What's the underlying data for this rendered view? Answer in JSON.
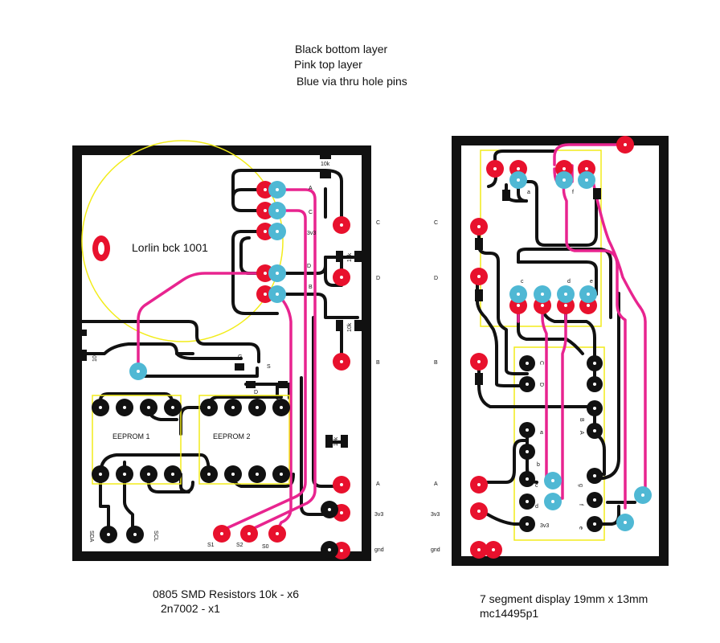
{
  "legend": {
    "line1": "Black bottom layer",
    "line2": "Pink top layer",
    "line3": "Blue via thru hole pins"
  },
  "colors": {
    "bottom_layer": "#111111",
    "top_layer": "#e8248f",
    "pad_red": "#e8112d",
    "via_blue": "#4fb8d4",
    "silkscreen_yellow": "#f2ec1a"
  },
  "left_board": {
    "pot_label": "Lorlin bck 1001",
    "resistor_label": "10k",
    "eeprom1_label": "EEPROM 1",
    "eeprom2_label": "EEPROM 2",
    "net_labels": {
      "a": "A",
      "c": "C",
      "v33": "3v3",
      "d": "D",
      "b": "B",
      "g": "G",
      "s": "S"
    },
    "bottom_labels": {
      "sda": "SDA",
      "scl": "SCL",
      "s1": "S1",
      "s2": "S2",
      "s0": "S0"
    },
    "caption_line1": "0805 SMD Resistors 10k - x6",
    "caption_line2": "2n7002 - x1"
  },
  "middle_labels": [
    "C",
    "D",
    "B",
    "A",
    "3v3",
    "gnd"
  ],
  "right_board": {
    "outer_labels": [
      "C",
      "D",
      "B",
      "A",
      "3v3",
      "gnd"
    ],
    "segment_labels": {
      "b": "b",
      "a": "a",
      "f": "f",
      "g": "g",
      "c": "c",
      "d": "d",
      "e": "e"
    },
    "chip_pin_labels": {
      "c": "C",
      "d": "D",
      "b": "B",
      "a": "A",
      "seg_a": "a",
      "seg_b": "b",
      "seg_c": "c",
      "seg_d": "d",
      "seg_g": "g",
      "seg_f": "f",
      "seg_e": "e",
      "v33": "3v3"
    },
    "caption_line1": "7 segment display 19mm x 13mm",
    "caption_line2": "mc14495p1"
  }
}
